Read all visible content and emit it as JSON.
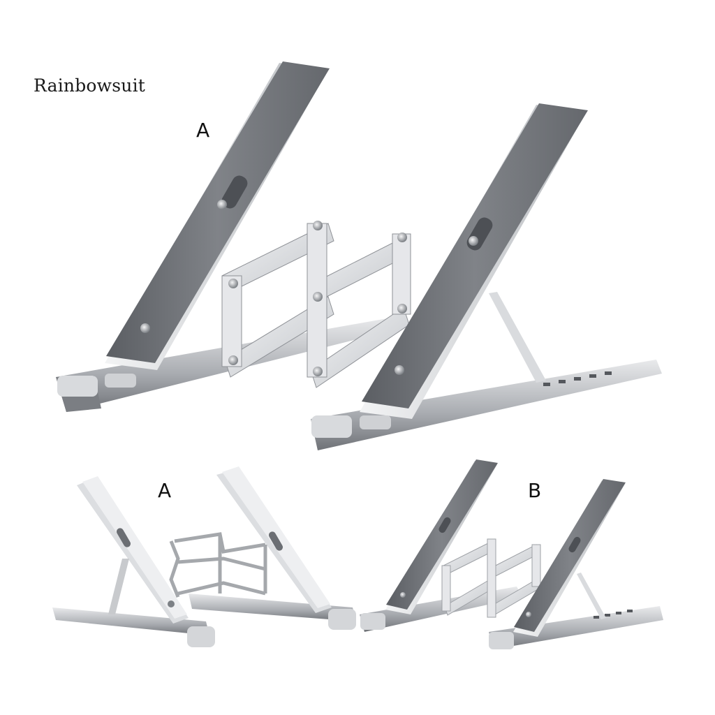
{
  "watermark": "Rainbowsuit",
  "labels": {
    "top_left": "A",
    "bottom_left": "A",
    "bottom_right": "B"
  },
  "colors": {
    "background": "#ffffff",
    "panel_dark": "#6d7075",
    "panel_light": "#c9ccd0",
    "frame_silver": "#dfe1e4",
    "screw": "#9da1a6"
  }
}
